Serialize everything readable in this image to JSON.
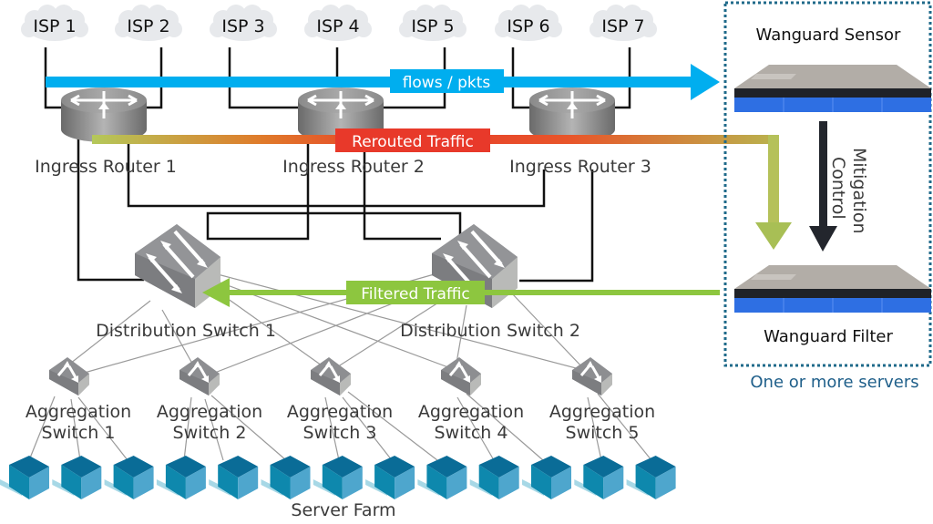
{
  "title": "Wanguard DDoS mitigation network diagram",
  "isps": [
    "ISP 1",
    "ISP 2",
    "ISP 3",
    "ISP 4",
    "ISP 5",
    "ISP 6",
    "ISP 7"
  ],
  "routers": [
    "Ingress Router 1",
    "Ingress Router 2",
    "Ingress Router 3"
  ],
  "distribution_switches": [
    "Distribution Switch 1",
    "Distribution Switch 2"
  ],
  "aggregation_switches": [
    {
      "line1": "Aggregation",
      "line2": "Switch 1"
    },
    {
      "line1": "Aggregation",
      "line2": "Switch 2"
    },
    {
      "line1": "Aggregation",
      "line2": "Switch 3"
    },
    {
      "line1": "Aggregation",
      "line2": "Switch 4"
    },
    {
      "line1": "Aggregation",
      "line2": "Switch 5"
    }
  ],
  "server_farm": {
    "label": "Server Farm",
    "server_count": 13
  },
  "flows": {
    "export": {
      "label": "flows / pkts",
      "color": "#00aeef"
    },
    "rerouted": {
      "label": "Rerouted Traffic",
      "color": "#e8392a"
    },
    "filtered": {
      "label": "Filtered Traffic",
      "color": "#8dc63f"
    },
    "mitigation": {
      "line1": "Mitigation",
      "line2": "Control",
      "color": "#23262d"
    }
  },
  "wanguard": {
    "sensor_label": "Wanguard Sensor",
    "filter_label": "Wanguard Filter",
    "group_caption": "One or more servers",
    "border_color": "#1f6a8a"
  }
}
